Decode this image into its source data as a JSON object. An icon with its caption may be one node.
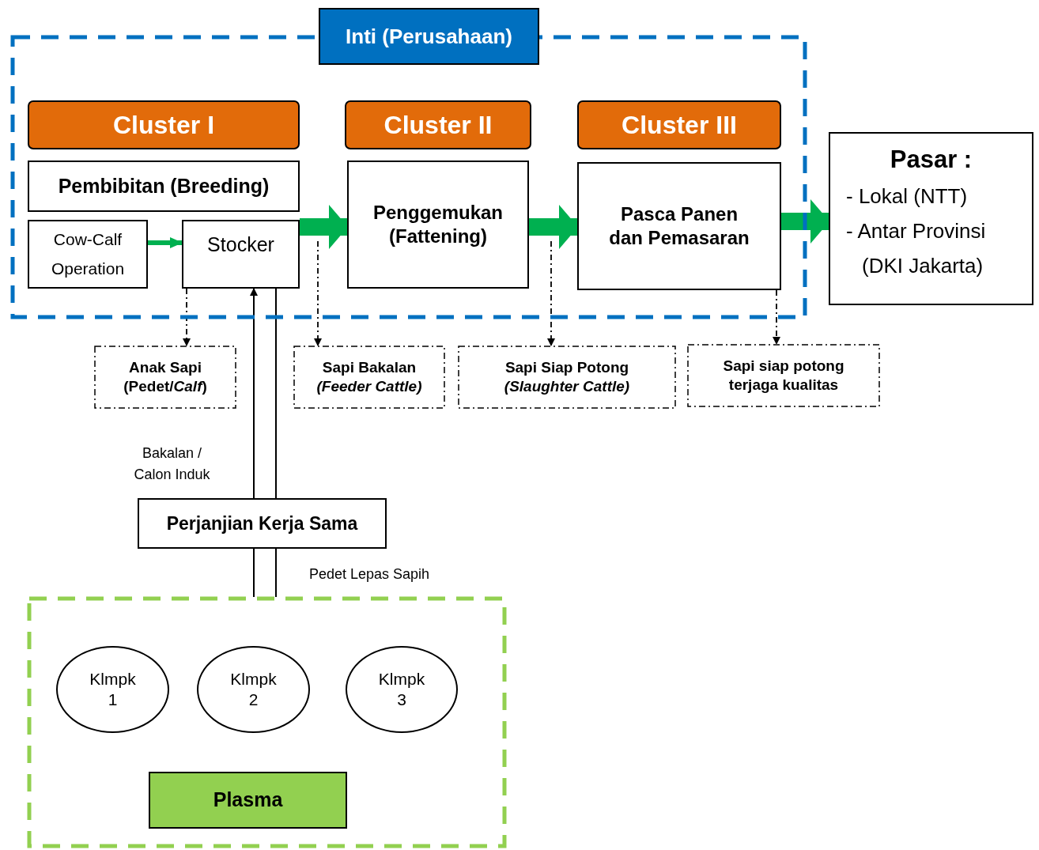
{
  "diagram": {
    "nodes": [
      {
        "text": [
          "Inti (Perusahaan)"
        ]
      },
      {
        "text": [
          "Cluster I"
        ],
        "in": 0
      },
      {
        "text": [
          "Cluster II"
        ],
        "in": 0
      },
      {
        "text": [
          "Cluster III"
        ],
        "in": 0
      },
      {
        "text": [
          "Pembibitan (Breeding)"
        ],
        "in": 0
      },
      {
        "text": [
          "Cow-Calf Operation"
        ],
        "in": 0
      },
      {
        "text": [
          "Stocker"
        ],
        "in": 0
      },
      {
        "text": [
          "Penggemukan (Fattening)"
        ],
        "in": 0
      },
      {
        "text": [
          "Pasca Panen dan Pemasaran"
        ],
        "in": 0
      },
      {
        "text": [
          "Pasar :",
          "- Lokal (NTT)",
          "- Antar Provinsi (DKI Jakarta)"
        ]
      },
      {
        "text": [
          "Anak Sapi (Pedet/*Calf*)"
        ]
      },
      {
        "text": [
          "Sapi Bakalan *(Feeder Cattle)*"
        ]
      },
      {
        "text": [
          "Sapi Siap Potong *(Slaughter Cattle)*"
        ]
      },
      {
        "text": [
          "Sapi siap potong terjaga kualitas"
        ]
      },
      {
        "text": [
          "Perjanjian Kerja Sama"
        ]
      },
      {
        "text": [],
        "shape": "box"
      },
      {
        "text": [
          "Klmpk 1"
        ],
        "in": 15
      },
      {
        "text": [
          "Klmpk 2"
        ],
        "in": 15
      },
      {
        "text": [
          "Klmpk 3"
        ],
        "in": 15
      },
      {
        "text": [
          "Plasma"
        ],
        "in": 15
      }
    ],
    "edges": [
      {
        "from": 5,
        "to": 6,
        "arrow": "to",
        "style": "thick",
        "color": "#00b050"
      },
      {
        "from": 6,
        "to": 7,
        "arrow": "to",
        "style": "thick",
        "color": "#00b050"
      },
      {
        "from": 7,
        "to": 8,
        "arrow": "to",
        "style": "thick",
        "color": "#00b050"
      },
      {
        "from": 8,
        "to": 9,
        "arrow": "to",
        "style": "thick",
        "color": "#00b050"
      },
      {
        "from": 6,
        "to": 10,
        "arrow": "to",
        "style": "dashed"
      },
      {
        "from": null,
        "to": 11,
        "arrow": "to",
        "style": "dashed"
      },
      {
        "from": null,
        "to": 12,
        "arrow": "to",
        "style": "dashed"
      },
      {
        "from": 8,
        "to": 13,
        "arrow": "to",
        "style": "dashed"
      },
      {
        "from": 14,
        "to": 6,
        "arrow": "to",
        "label": "Bakalan / Calon Induk"
      },
      {
        "from": 6,
        "to": 14,
        "arrow": "none"
      },
      {
        "from": 15,
        "to": 14,
        "arrow": "none"
      },
      {
        "from": 14,
        "to": 15,
        "arrow": "none",
        "label": "Pedet Lepas Sapih"
      }
    ]
  }
}
